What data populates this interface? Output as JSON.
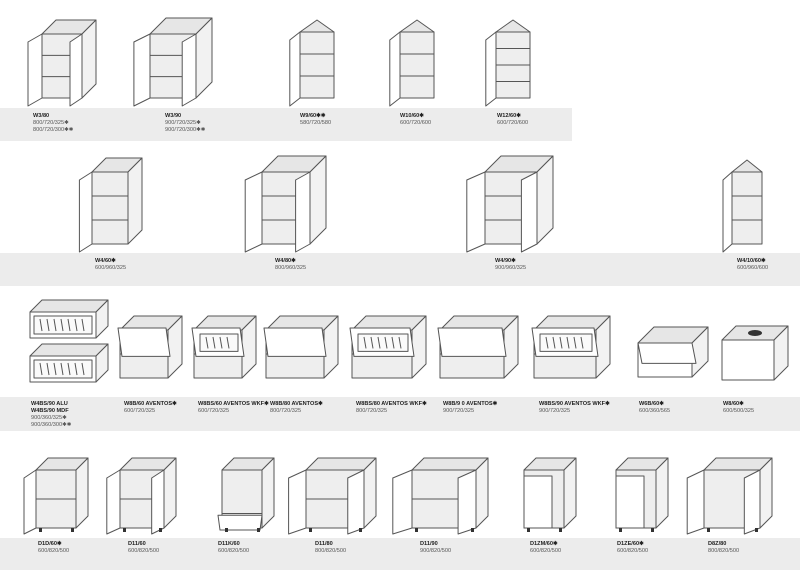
{
  "colors": {
    "band": "#ececec",
    "line": "#555555",
    "panel": "#e6e6e6",
    "side": "#f2f2f2"
  },
  "items": [
    {
      "name": "W3/80",
      "dims": [
        "800/720/325✱",
        "800/720/300✱✱"
      ],
      "icon": "wall-cabinet-two-doors-open"
    },
    {
      "name": "W3/90",
      "dims": [
        "900/720/325✱",
        "900/720/300✱✱"
      ],
      "icon": "wall-cabinet-two-doors-open"
    },
    {
      "name": "W9/60✱✱",
      "dims": [
        "580/720/580"
      ],
      "icon": "corner-wall-cabinet"
    },
    {
      "name": "W10/60✱",
      "dims": [
        "600/720/600"
      ],
      "icon": "corner-wall-cabinet"
    },
    {
      "name": "W12/60✱",
      "dims": [
        "600/720/600"
      ],
      "icon": "corner-wall-cabinet-carousel"
    },
    {
      "name": "W4/60✱",
      "dims": [
        "600/960/325"
      ],
      "icon": "tall-wall-cabinet-one-door"
    },
    {
      "name": "W4/80✱",
      "dims": [
        "800/960/325"
      ],
      "icon": "tall-wall-cabinet-two-doors"
    },
    {
      "name": "W4/90✱",
      "dims": [
        "900/960/325"
      ],
      "icon": "tall-wall-cabinet-two-doors"
    },
    {
      "name": "W4/10/60✱",
      "dims": [
        "600/960/600"
      ],
      "icon": "tall-corner-wall-cabinet"
    },
    {
      "name": "W4BS/90 ALU",
      "name2": "W4BS/90 MDF",
      "dims": [
        "900/360/325✱",
        "900/360/300✱✱"
      ],
      "icon": "glass-flap-cabinet-pair"
    },
    {
      "name": "W8B/60 AVENTOS✱",
      "dims": [
        "600/720/325"
      ],
      "icon": "lift-flap-cabinet"
    },
    {
      "name": "W8BS/60 AVENTOS WKF✱",
      "dims": [
        "600/720/325"
      ],
      "icon": "glass-lift-flap-cabinet"
    },
    {
      "name": "W8B/80 AVENTOS✱",
      "dims": [
        "800/720/325"
      ],
      "icon": "lift-flap-cabinet"
    },
    {
      "name": "W8BS/80 AVENTOS WKF✱",
      "dims": [
        "800/720/325"
      ],
      "icon": "glass-lift-flap-cabinet"
    },
    {
      "name": "W8B/9 0 AVENTOS✱",
      "dims": [
        "900/720/325"
      ],
      "icon": "lift-flap-cabinet"
    },
    {
      "name": "W8BS/90 AVENTOS WKF✱",
      "dims": [
        "900/720/325"
      ],
      "icon": "glass-lift-flap-cabinet"
    },
    {
      "name": "W6B/60✱",
      "dims": [
        "600/360/565"
      ],
      "icon": "hood-cabinet"
    },
    {
      "name": "W8/60✱",
      "dims": [
        "600/500/325"
      ],
      "icon": "extractor-cabinet"
    },
    {
      "name": "D1D/60✱",
      "dims": [
        "600/820/500"
      ],
      "icon": "base-cabinet-one-door"
    },
    {
      "name": "D11/60",
      "dims": [
        "600/820/500"
      ],
      "icon": "base-cabinet-two-doors"
    },
    {
      "name": "D11K/60",
      "dims": [
        "600/820/500"
      ],
      "icon": "oven-base-cabinet"
    },
    {
      "name": "D11/80",
      "dims": [
        "800/820/500"
      ],
      "icon": "base-cabinet-two-doors"
    },
    {
      "name": "D11/90",
      "dims": [
        "900/820/500"
      ],
      "icon": "base-cabinet-two-doors"
    },
    {
      "name": "D1ZM/60✱",
      "dims": [
        "600/820/500"
      ],
      "icon": "dishwasher-front-cabinet"
    },
    {
      "name": "D1ZE/60✱",
      "dims": [
        "600/820/500"
      ],
      "icon": "dishwasher-front-cabinet"
    },
    {
      "name": "D8Z/80",
      "dims": [
        "800/820/500"
      ],
      "icon": "sink-base-cabinet"
    }
  ]
}
